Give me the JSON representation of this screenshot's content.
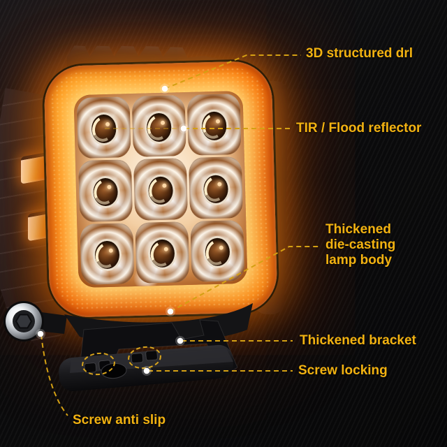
{
  "scene": {
    "subject": "square LED driving lamp with glowing amber halo ring, 3x3 TIR LED reflector array, black die-cast housing with cooling fins, side hex mounting bolt and anti-slip bracket",
    "background_color": "#0b0b0c",
    "halo_color": "#ff7800",
    "led_count": 9
  },
  "annotation_style": {
    "label_color": "#f2b211",
    "leader_color": "#d4a013",
    "dot_color": "#ffffff"
  },
  "callouts": [
    {
      "id": "drl",
      "label": "3D structured drl"
    },
    {
      "id": "tir",
      "label": "TIR / Flood reflector"
    },
    {
      "id": "body",
      "label": "Thickened die-casting lamp body",
      "lines": [
        "Thickened",
        "die-casting",
        "lamp body"
      ]
    },
    {
      "id": "bracket",
      "label": "Thickened bracket"
    },
    {
      "id": "locking",
      "label": "Screw locking"
    },
    {
      "id": "antislip",
      "label": "Screw anti slip"
    }
  ]
}
